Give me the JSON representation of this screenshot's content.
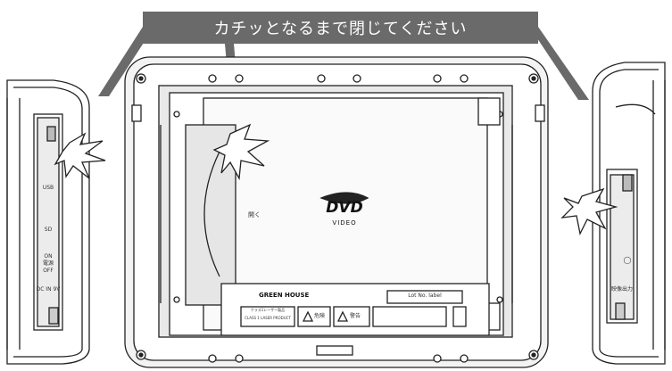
{
  "banner": {
    "text": "カチッとなるまで閉じてください"
  },
  "left_panel": {
    "usb": "USB",
    "sd": "SD",
    "on": "ON",
    "power": "電源",
    "off": "OFF",
    "dc_in": "DC IN 9V"
  },
  "right_panel": {
    "headphone_out": "映像出力"
  },
  "device": {
    "open_label": "開く",
    "dvd_logo": "DVD",
    "dvd_sub": "VIDEO",
    "brand": "GREEN HOUSE",
    "laser_jp": "クラス1レーザー製品",
    "laser_en": "CLASS 1 LASER PRODUCT",
    "danger": "危険",
    "warning": "警告",
    "lot_label": "Lot No. label"
  }
}
